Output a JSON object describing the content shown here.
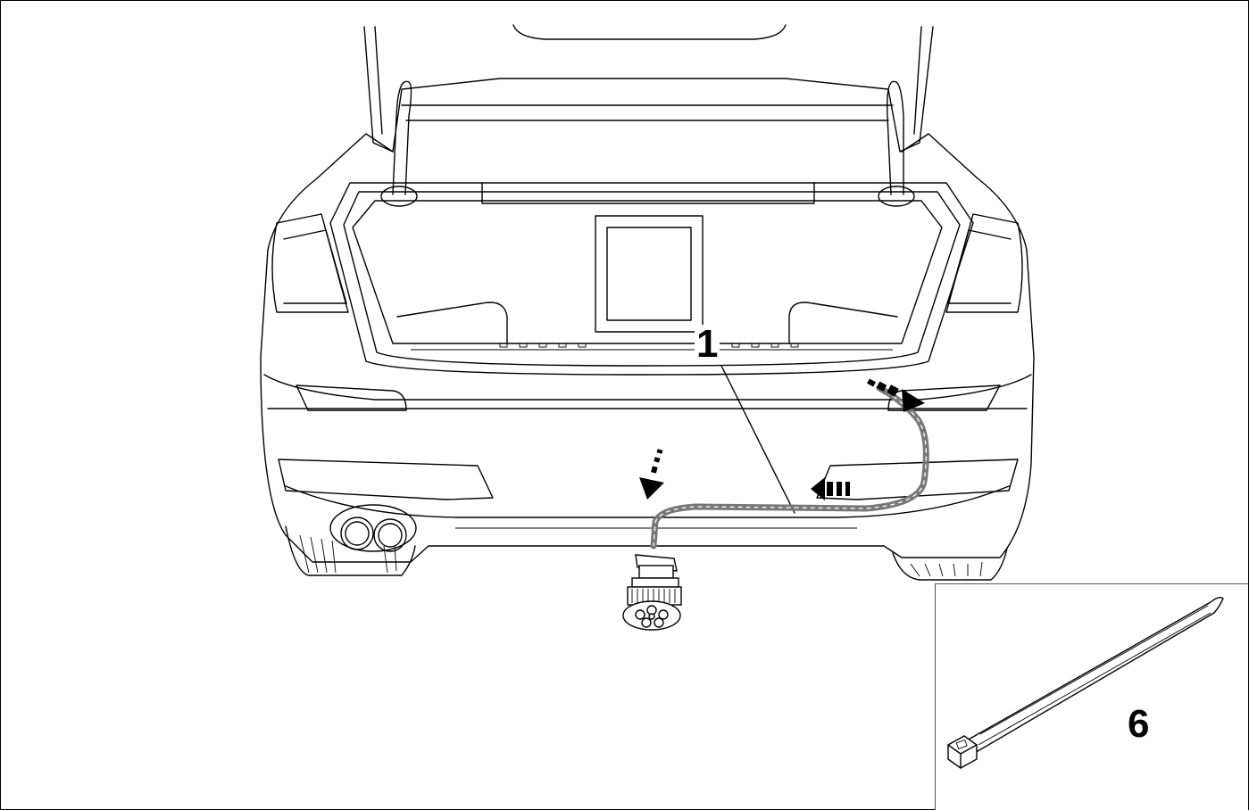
{
  "callouts": {
    "item_1": "1",
    "item_6": "6"
  },
  "colors": {
    "line": "#000000",
    "harness": "#777777",
    "background": "#ffffff"
  },
  "icons": [
    "arrow-down-icon",
    "arrow-left-icon",
    "arrow-right-icon",
    "car-rear-illustration",
    "wiring-harness",
    "trailer-socket",
    "cable-tie"
  ]
}
